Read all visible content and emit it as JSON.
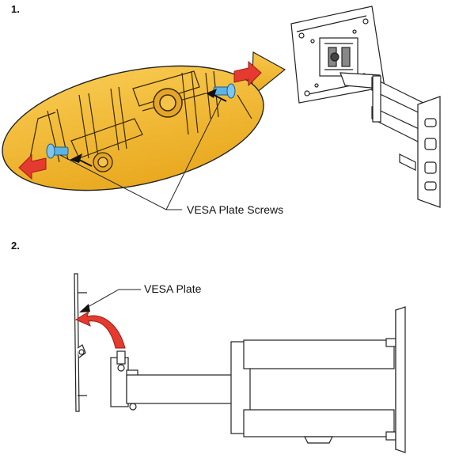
{
  "steps": [
    {
      "number": "1.",
      "callout": "VESA Plate Screws"
    },
    {
      "number": "2.",
      "callout": "VESA Plate"
    }
  ],
  "colors": {
    "magnifier_fill": "#f2b632",
    "screw_blue": "#5cb3e6",
    "arrow_red": "#e53a2f",
    "line": "#222222"
  },
  "icons": [
    "red-direction-arrow-icon",
    "black-pointer-arrow-icon",
    "curved-red-arrow-icon"
  ]
}
